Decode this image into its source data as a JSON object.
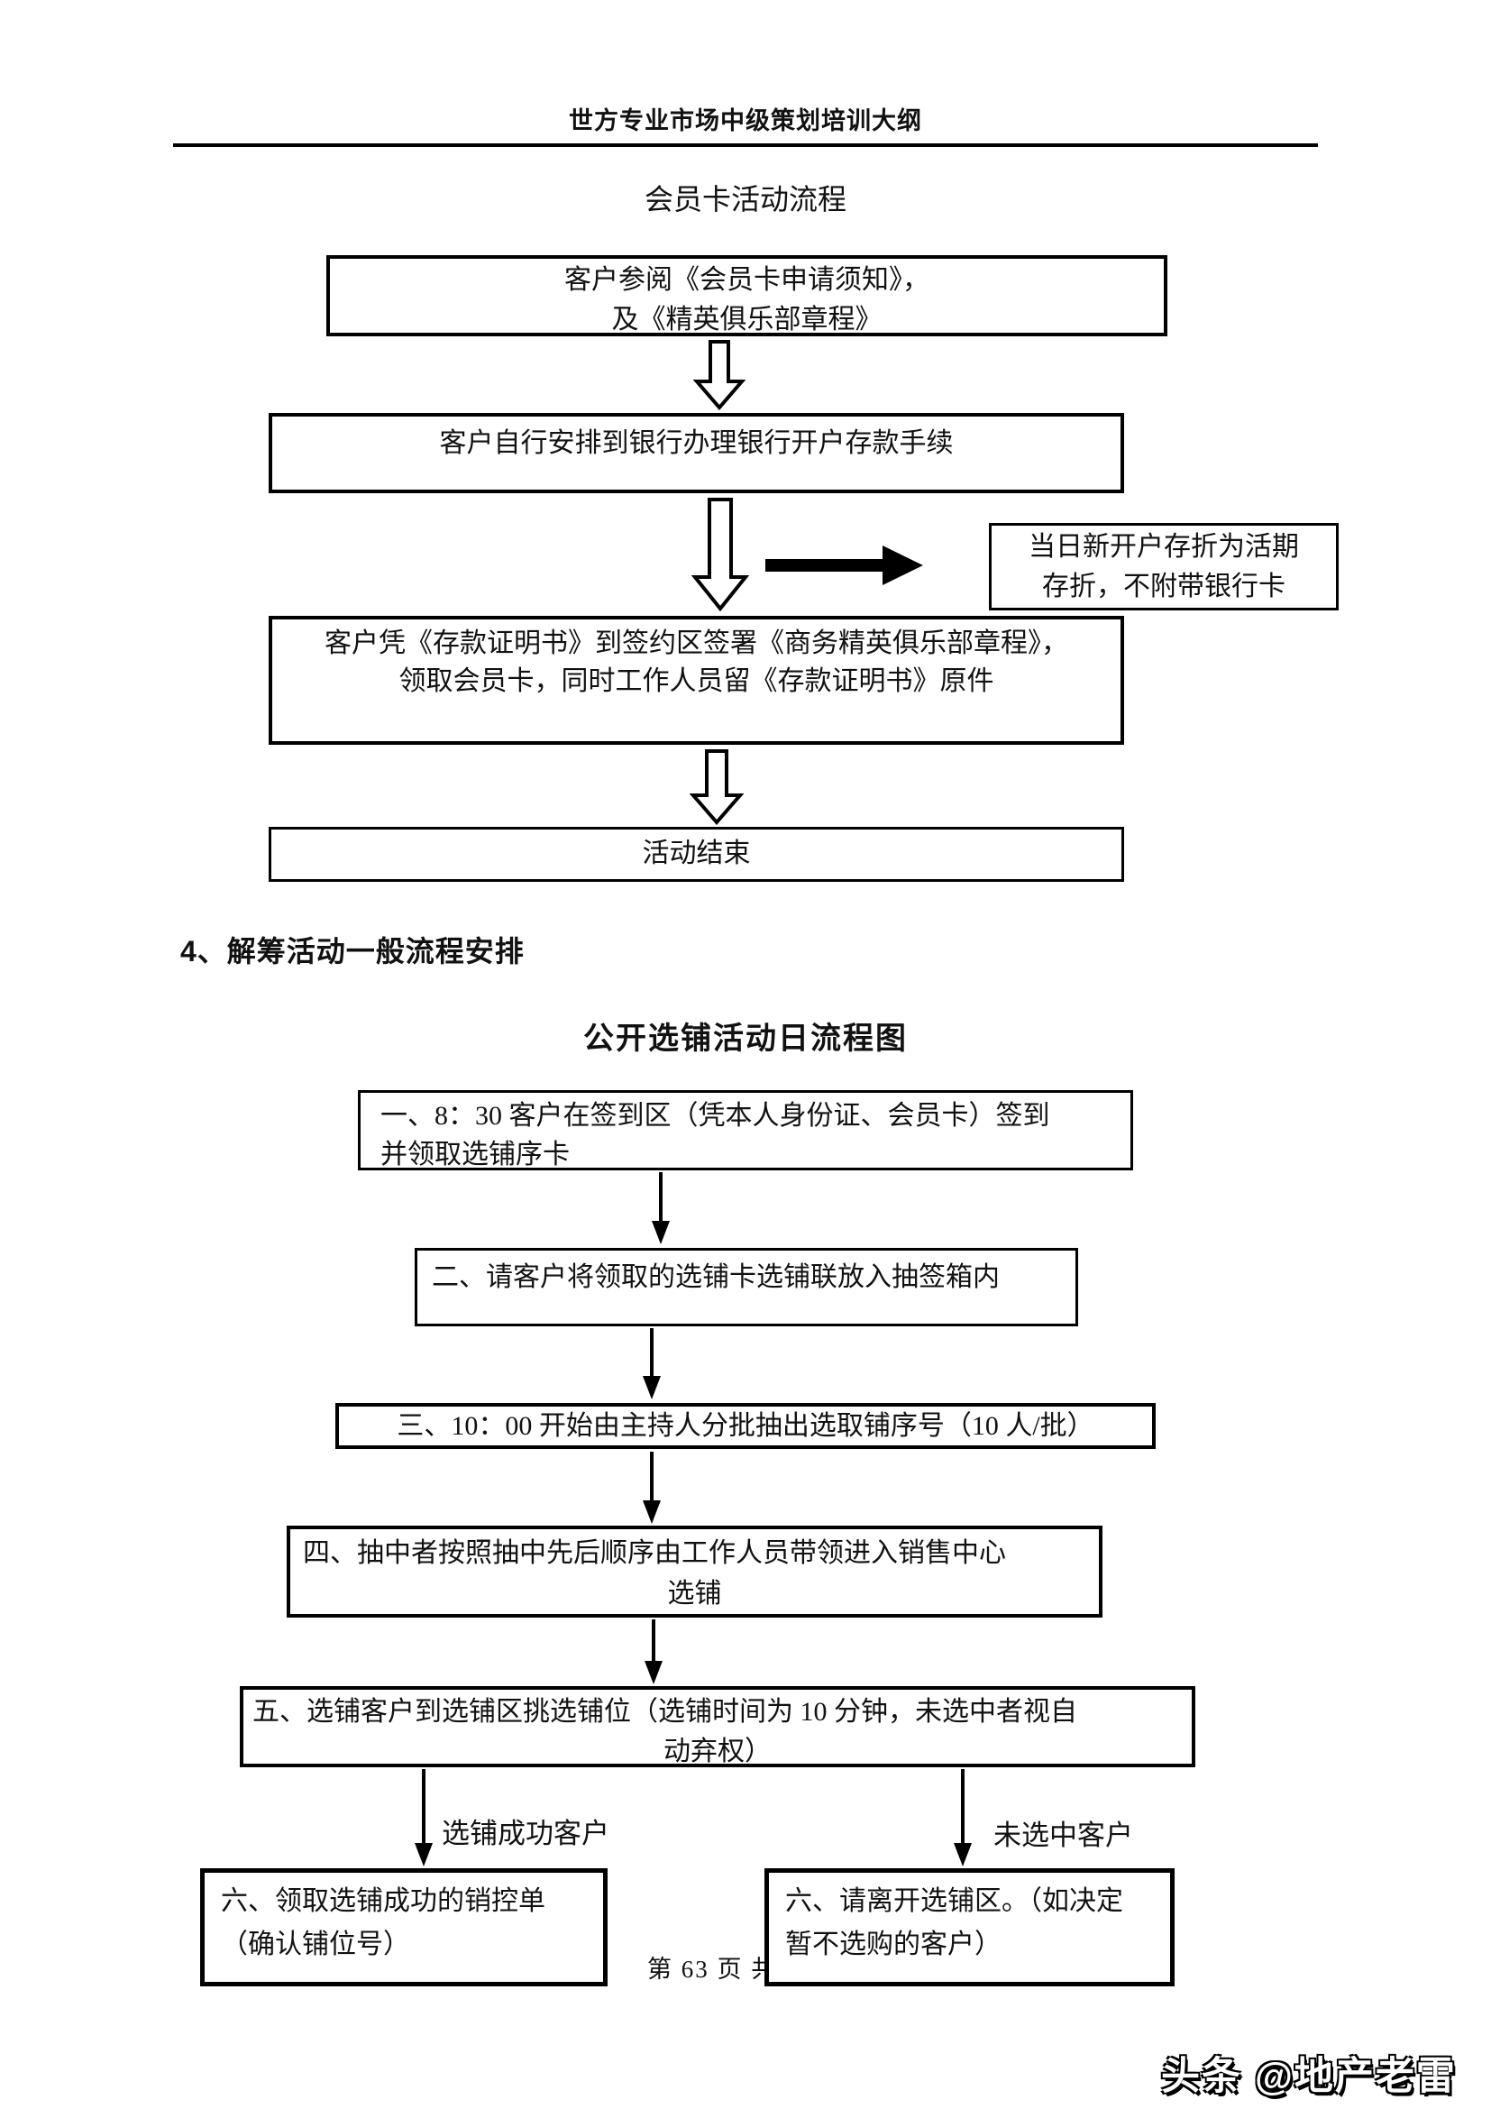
{
  "header": {
    "title": "世方专业市场中级策划培训大纲"
  },
  "chart1": {
    "title": "会员卡活动流程",
    "step1": {
      "line1": "客户参阅《会员卡申请须知》，",
      "line2": "及《精英俱乐部章程》"
    },
    "step2": "客户自行安排到银行办理银行开户存款手续",
    "note": {
      "line1": "当日新开户存折为活期",
      "line2": "存折，不附带银行卡"
    },
    "step3": {
      "line1": "客户凭《存款证明书》到签约区签署《商务精英俱乐部章程》，",
      "line2": "领取会员卡，同时工作人员留《存款证明书》原件"
    },
    "end": "活动结束"
  },
  "section": {
    "heading": "4、解筹活动一般流程安排"
  },
  "chart2": {
    "title": "公开选铺活动日流程图",
    "step1": {
      "line1": "一、8：30 客户在签到区（凭本人身份证、会员卡）签到",
      "line2": "并领取选铺序卡"
    },
    "step2": "二、请客户将领取的选铺卡选铺联放入抽签箱内",
    "step3": "三、10：00 开始由主持人分批抽出选取铺序号（10 人/批）",
    "step4": {
      "line1": "四、抽中者按照抽中先后顺序由工作人员带领进入销售中心",
      "line2": "选铺"
    },
    "step5": {
      "line1": "五、选铺客户到选铺区挑选铺位（选铺时间为 10 分钟，未选中者视自",
      "line2": "动弃权）"
    },
    "branch_left_label": "选铺成功客户",
    "branch_right_label": "未选中客户",
    "result_left": {
      "line1": "六、领取选铺成功的销控单",
      "line2": "（确认铺位号）"
    },
    "result_right": {
      "line1": "六、请离开选铺区。（如决定",
      "line2": "暂不选购的客户）"
    }
  },
  "footer": {
    "page_text": "第 63 页 共"
  },
  "watermark": {
    "text": "头条 @地产老雷"
  },
  "colors": {
    "ink": "#111111",
    "background": "#ffffff"
  }
}
